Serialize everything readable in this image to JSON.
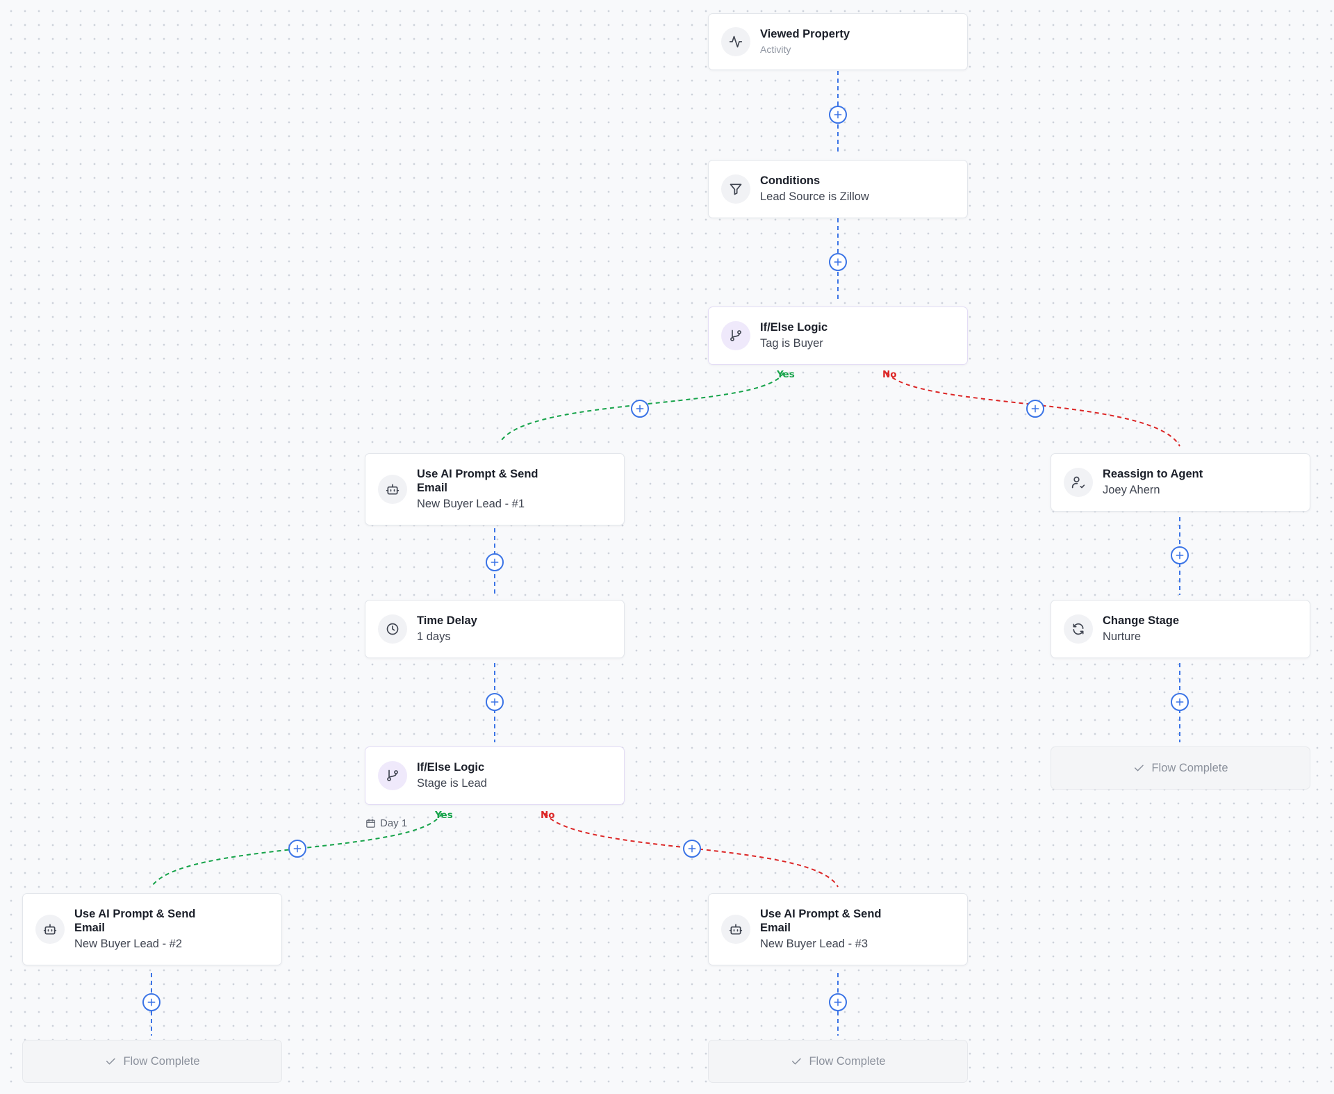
{
  "nodes": {
    "trigger": {
      "title": "Viewed Property",
      "subtitle": "Activity",
      "icon": "activity-icon"
    },
    "conditions": {
      "title": "Conditions",
      "subtitle": "Lead Source is Zillow",
      "icon": "filter-icon"
    },
    "ifelse_1": {
      "title": "If/Else Logic",
      "subtitle": "Tag is Buyer",
      "icon": "branch-icon"
    },
    "email_1": {
      "title": "Use AI Prompt & Send Email",
      "subtitle": "New Buyer Lead - #1",
      "icon": "robot-icon"
    },
    "reassign": {
      "title": "Reassign to Agent",
      "subtitle": "Joey Ahern",
      "icon": "user-check-icon"
    },
    "delay": {
      "title": "Time Delay",
      "subtitle": "1 days",
      "icon": "clock-icon"
    },
    "change_stage": {
      "title": "Change Stage",
      "subtitle": "Nurture",
      "icon": "refresh-icon"
    },
    "ifelse_2": {
      "title": "If/Else Logic",
      "subtitle": "Stage is Lead",
      "icon": "branch-icon"
    },
    "email_2": {
      "title": "Use AI Prompt & Send Email",
      "subtitle": "New Buyer Lead - #2",
      "icon": "robot-icon"
    },
    "email_3": {
      "title": "Use AI Prompt & Send Email",
      "subtitle": "New Buyer Lead - #3",
      "icon": "robot-icon"
    }
  },
  "flow_complete_label": "Flow Complete",
  "branch_labels": {
    "yes": "Yes",
    "no": "No"
  },
  "day_label": "Day 1",
  "colors": {
    "connector": "#3b74e6",
    "yes_branch": "#16a34a",
    "no_branch": "#dc2626",
    "branch_icon_bg": "#efe9fb"
  }
}
